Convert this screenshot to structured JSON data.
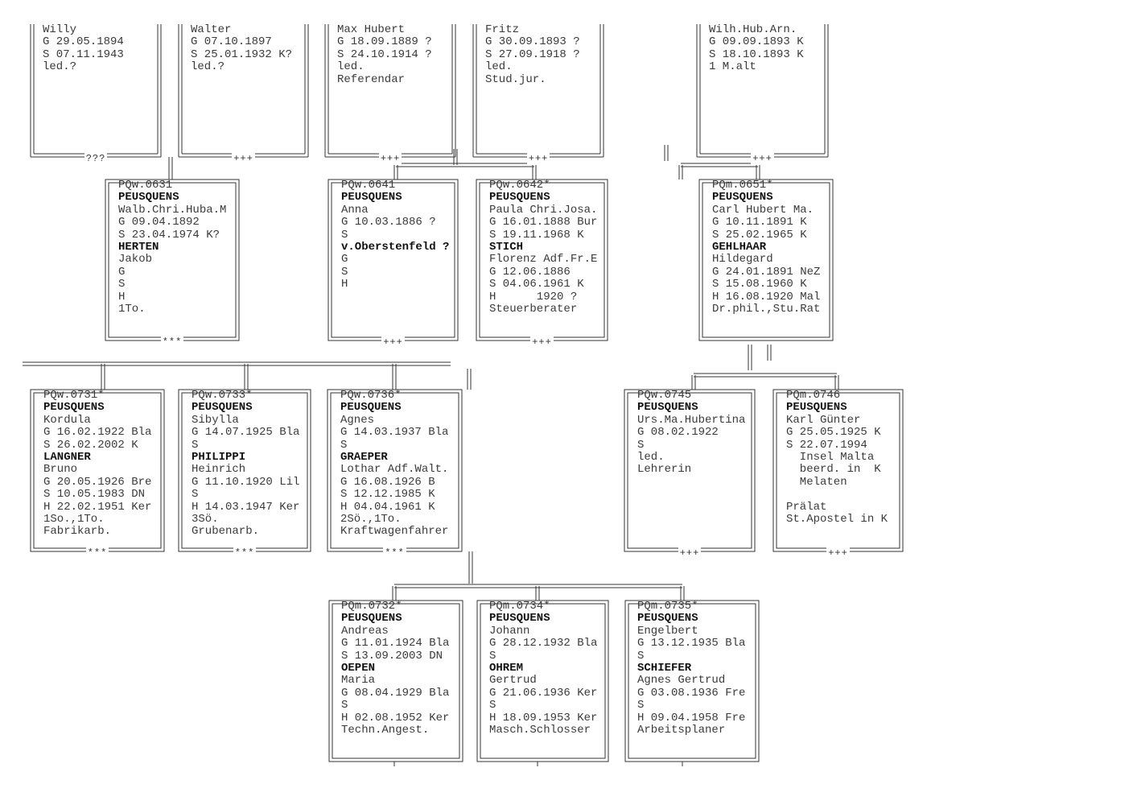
{
  "rows": {
    "top": [
      {
        "id": "willy",
        "lines": [
          "Willy",
          "G 29.05.1894",
          "S 07.11.1943",
          "led.?"
        ],
        "bold": [],
        "foot": "???"
      },
      {
        "id": "walter",
        "lines": [
          "Walter",
          "G 07.10.1897",
          "S 25.01.1932 K?",
          "led.?"
        ],
        "bold": [],
        "foot": "+++"
      },
      {
        "id": "max",
        "lines": [
          "Max Hubert",
          "G 18.09.1889 ?",
          "S 24.10.1914 ?",
          "led.",
          "Referendar"
        ],
        "bold": [],
        "foot": "+++"
      },
      {
        "id": "fritz",
        "lines": [
          "Fritz",
          "G 30.09.1893 ?",
          "S 27.09.1918 ?",
          "led.",
          "Stud.jur."
        ],
        "bold": [],
        "foot": "+++"
      },
      {
        "id": "wilh",
        "lines": [
          "Wilh.Hub.Arn.",
          "G 09.09.1893 K",
          "S 18.10.1893 K",
          "1 M.alt"
        ],
        "bold": [],
        "foot": "+++"
      }
    ],
    "second": [
      {
        "id": "p0631",
        "lines": [
          "PQw.0631",
          "PEUSQUENS",
          "Walb.Chri.Huba.M",
          "G 09.04.1892",
          "S 23.04.1974 K?",
          "HERTEN",
          "Jakob",
          "G",
          "S",
          "H",
          "1To."
        ],
        "bold": [
          1,
          5
        ],
        "foot": "***"
      },
      {
        "id": "p0641",
        "lines": [
          "PQw.0641",
          "PEUSQUENS",
          "Anna",
          "G 10.03.1886 ?",
          "S",
          "v.Oberstenfeld ?",
          "G",
          "S",
          "H"
        ],
        "bold": [
          1,
          5
        ],
        "foot": "+++"
      },
      {
        "id": "p0642",
        "lines": [
          "PQw.0642*",
          "PEUSQUENS",
          "Paula Chri.Josa.",
          "G 16.01.1888 Bur",
          "S 19.11.1968 K",
          "STICH",
          "Florenz Adf.Fr.E",
          "G 12.06.1886",
          "S 04.06.1961 K",
          "H      1920 ?",
          "Steuerberater"
        ],
        "bold": [
          1,
          5
        ],
        "foot": "+++"
      },
      {
        "id": "p0651",
        "lines": [
          "PQm.0651*",
          "PEUSQUENS",
          "Carl Hubert Ma.",
          "G 10.11.1891 K",
          "S 25.02.1965 K",
          "GEHLHAAR",
          "Hildegard",
          "G 24.01.1891 NeZ",
          "S 15.08.1960 K",
          "H 16.08.1920 Mal",
          "Dr.phil.,Stu.Rat"
        ],
        "bold": [
          1,
          5
        ],
        "foot": ""
      }
    ],
    "third": [
      {
        "id": "p0731",
        "lines": [
          "PQw.0731*",
          "PEUSQUENS",
          "Kordula",
          "G 16.02.1922 Bla",
          "S 26.02.2002 K",
          "LANGNER",
          "Bruno",
          "G 20.05.1926 Bre",
          "S 10.05.1983 DN",
          "H 22.02.1951 Ker",
          "1So.,1To.",
          "Fabrikarb."
        ],
        "bold": [
          1,
          5
        ],
        "foot": "***"
      },
      {
        "id": "p0733",
        "lines": [
          "PQw.0733*",
          "PEUSQUENS",
          "Sibylla",
          "G 14.07.1925 Bla",
          "S",
          "PHILIPPI",
          "Heinrich",
          "G 11.10.1920 Lil",
          "S",
          "H 14.03.1947 Ker",
          "3Sö.",
          "Grubenarb."
        ],
        "bold": [
          1,
          5
        ],
        "foot": "***"
      },
      {
        "id": "p0736",
        "lines": [
          "PQw.0736*",
          "PEUSQUENS",
          "Agnes",
          "G 14.03.1937 Bla",
          "S",
          "GRAEPER",
          "Lothar Adf.Walt.",
          "G 16.08.1926 B",
          "S 12.12.1985 K",
          "H 04.04.1961 K",
          "2Sö.,1To.",
          "Kraftwagenfahrer"
        ],
        "bold": [
          1,
          5
        ],
        "foot": "***"
      },
      {
        "id": "p0745",
        "lines": [
          "PQw.0745",
          "PEUSQUENS",
          "Urs.Ma.Hubertina",
          "G 08.02.1922",
          "S",
          "led.",
          "Lehrerin"
        ],
        "bold": [
          1
        ],
        "foot": "+++"
      },
      {
        "id": "p0746",
        "lines": [
          "PQm.0746",
          "PEUSQUENS",
          "Karl Günter",
          "G 25.05.1925 K",
          "S 22.07.1994",
          "  Insel Malta",
          "  beerd. in  K",
          "  Melaten",
          "",
          "Prälat",
          "St.Apostel in K"
        ],
        "bold": [
          1
        ],
        "foot": "+++"
      }
    ],
    "fourth": [
      {
        "id": "p0732",
        "lines": [
          "PQm.0732*",
          "PEUSQUENS",
          "Andreas",
          "G 11.01.1924 Bla",
          "S 13.09.2003 DN",
          "OEPEN",
          "Maria",
          "G 08.04.1929 Bla",
          "S",
          "H 02.08.1952 Ker",
          "Techn.Angest."
        ],
        "bold": [
          1,
          5
        ],
        "foot": ""
      },
      {
        "id": "p0734",
        "lines": [
          "PQm.0734*",
          "PEUSQUENS",
          "Johann",
          "G 28.12.1932 Bla",
          "S",
          "OHREM",
          "Gertrud",
          "G 21.06.1936 Ker",
          "S",
          "H 18.09.1953 Ker",
          "Masch.Schlosser"
        ],
        "bold": [
          1,
          5
        ],
        "foot": ""
      },
      {
        "id": "p0735",
        "lines": [
          "PQm.0735*",
          "PEUSQUENS",
          "Engelbert",
          "G 13.12.1935 Bla",
          "S",
          "SCHIEFER",
          "Agnes Gertrud",
          "G 03.08.1936 Fre",
          "S",
          "H 09.04.1958 Fre",
          "Arbeitsplaner"
        ],
        "bold": [
          1,
          5
        ],
        "foot": ""
      }
    ]
  },
  "colors": {
    "line": "#333333",
    "text": "#3a3a3a",
    "bold": "#111111"
  }
}
